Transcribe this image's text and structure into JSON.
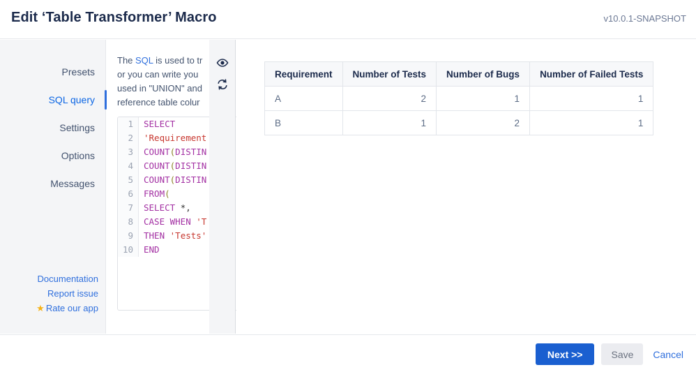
{
  "header": {
    "title": "Edit ‘Table Transformer’ Macro",
    "version": "v10.0.1-SNAPSHOT"
  },
  "sidebar": {
    "items": [
      {
        "label": "Presets",
        "active": false
      },
      {
        "label": "SQL query",
        "active": true
      },
      {
        "label": "Settings",
        "active": false
      },
      {
        "label": "Options",
        "active": false
      },
      {
        "label": "Messages",
        "active": false
      }
    ],
    "links": [
      {
        "label": "Documentation",
        "icon": ""
      },
      {
        "label": "Report issue",
        "icon": ""
      },
      {
        "label": "Rate our app",
        "icon": "star-icon"
      }
    ],
    "star_color": "#f5b218",
    "active_color": "#0c66e4"
  },
  "editor": {
    "description_lines": [
      {
        "pre": "The ",
        "link": "SQL",
        "post": " is used to tr"
      },
      {
        "pre": "or you can write you",
        "link": "",
        "post": ""
      },
      {
        "pre": "used in \"UNION\" and",
        "link": "",
        "post": ""
      },
      {
        "pre": "reference table colur",
        "link": "",
        "post": ""
      }
    ],
    "icons": [
      {
        "name": "eye-icon",
        "title": "Preview"
      },
      {
        "name": "refresh-icon",
        "title": "Refresh"
      }
    ],
    "code_lines": [
      {
        "n": "1",
        "tokens": [
          {
            "t": "SELECT",
            "c": "kw"
          }
        ]
      },
      {
        "n": "2",
        "tokens": [
          {
            "t": "'Requirement",
            "c": "str"
          }
        ]
      },
      {
        "n": "3",
        "tokens": [
          {
            "t": "COUNT",
            "c": "kw"
          },
          {
            "t": "(",
            "c": "pn"
          },
          {
            "t": "DISTIN",
            "c": "kw"
          }
        ]
      },
      {
        "n": "4",
        "tokens": [
          {
            "t": "COUNT",
            "c": "kw"
          },
          {
            "t": "(",
            "c": "pn"
          },
          {
            "t": "DISTIN",
            "c": "kw"
          }
        ]
      },
      {
        "n": "5",
        "tokens": [
          {
            "t": "COUNT",
            "c": "kw"
          },
          {
            "t": "(",
            "c": "pn"
          },
          {
            "t": "DISTIN",
            "c": "kw"
          }
        ]
      },
      {
        "n": "6",
        "tokens": [
          {
            "t": "FROM",
            "c": "kw"
          },
          {
            "t": "(",
            "c": "pn"
          }
        ]
      },
      {
        "n": "7",
        "tokens": [
          {
            "t": "SELECT ",
            "c": "kw"
          },
          {
            "t": "*,",
            "c": "op"
          }
        ]
      },
      {
        "n": "8",
        "tokens": [
          {
            "t": "CASE WHEN ",
            "c": "kw"
          },
          {
            "t": "'T",
            "c": "str"
          }
        ]
      },
      {
        "n": "9",
        "tokens": [
          {
            "t": "THEN ",
            "c": "kw"
          },
          {
            "t": "'Tests'",
            "c": "str"
          }
        ]
      },
      {
        "n": "10",
        "tokens": [
          {
            "t": "END",
            "c": "kw"
          }
        ]
      }
    ]
  },
  "result_table": {
    "columns": [
      "Requirement",
      "Number of Tests",
      "Number of Bugs",
      "Number of Failed Tests"
    ],
    "rows": [
      [
        "A",
        "2",
        "1",
        "1"
      ],
      [
        "B",
        "1",
        "2",
        "1"
      ]
    ]
  },
  "footer": {
    "next_label": "Next >>",
    "save_label": "Save",
    "cancel_label": "Cancel",
    "primary_color": "#1a5fd0"
  }
}
